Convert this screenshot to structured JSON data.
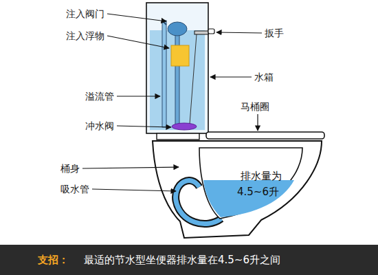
{
  "diagram": {
    "caption": "最适的节水型坐便器排水量在4.5~6升之间",
    "labels": [
      "注入阀门",
      "注入浮物",
      "溢流管",
      "冲水阀",
      "桶身",
      "吸水管",
      "扳手",
      "水箱",
      "马桶圈",
      "排水量为",
      "4.5~6升",
      "支招："
    ]
  }
}
